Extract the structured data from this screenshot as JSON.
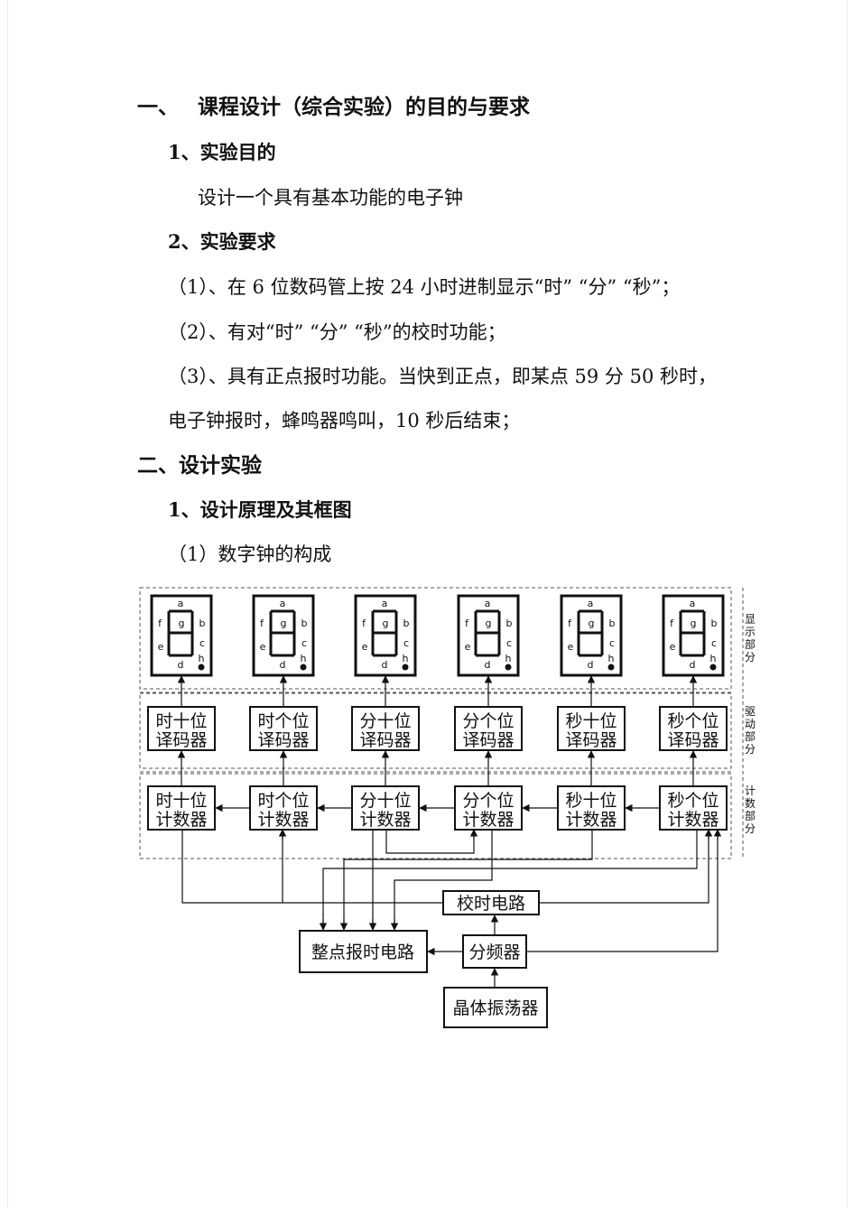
{
  "section1": {
    "heading_num": "一、",
    "heading": "课程设计（综合实验）的目的与要求",
    "purpose_title": "1、实验目的",
    "purpose_text": "设计一个具有基本功能的电子钟",
    "req_title": "2、实验要求",
    "req1": "（1）、在 6 位数码管上按 24 小时进制显示“时”  “分”  “秒”；",
    "req2": "（2）、有对“时”  “分”  “秒”的校时功能；",
    "req3_line1": "（3）、具有正点报时功能。当快到正点，即某点 59 分 50 秒时，",
    "req3_line2": "电子钟报时，蜂鸣器鸣叫，10 秒后结束；"
  },
  "section2": {
    "heading": "二、设计实验",
    "principle_title": "1、设计原理及其框图",
    "composition_title": "（1）数字钟的构成"
  },
  "diagram": {
    "segment_letters": {
      "a": "a",
      "b": "b",
      "c": "c",
      "d": "d",
      "e": "e",
      "f": "f",
      "g": "g",
      "h": "h"
    },
    "decoders": [
      {
        "l1": "时十位",
        "l2": "译码器"
      },
      {
        "l1": "时个位",
        "l2": "译码器"
      },
      {
        "l1": "分十位",
        "l2": "译码器"
      },
      {
        "l1": "分个位",
        "l2": "译码器"
      },
      {
        "l1": "秒十位",
        "l2": "译码器"
      },
      {
        "l1": "秒个位",
        "l2": "译码器"
      }
    ],
    "counters": [
      {
        "l1": "时十位",
        "l2": "计数器"
      },
      {
        "l1": "时个位",
        "l2": "计数器"
      },
      {
        "l1": "分十位",
        "l2": "计数器"
      },
      {
        "l1": "分个位",
        "l2": "计数器"
      },
      {
        "l1": "秒十位",
        "l2": "计数器"
      },
      {
        "l1": "秒个位",
        "l2": "计数器"
      }
    ],
    "side_labels": {
      "display": [
        "显",
        "示",
        "部",
        "分"
      ],
      "driver": [
        "驱",
        "动",
        "部",
        "分"
      ],
      "count": [
        "计",
        "数",
        "部",
        "分"
      ]
    },
    "time_correction": "校时电路",
    "hourly_chime": "整点报时电路",
    "divider": "分频器",
    "oscillator": "晶体振荡器"
  }
}
